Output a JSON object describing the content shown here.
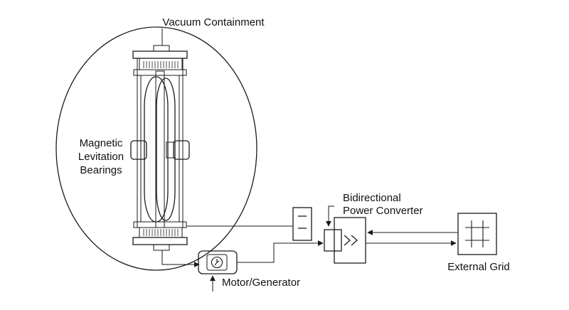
{
  "diagram": {
    "labels": {
      "vacuum_containment": "Vacuum Containment",
      "magnetic_bearings_line1": "Magnetic",
      "magnetic_bearings_line2": "Levitation",
      "magnetic_bearings_line3": "Bearings",
      "converter_line1": "Bidirectional",
      "converter_line2": "Power Converter",
      "external_grid": "External Grid",
      "motor_generator": "Motor/Generator"
    },
    "colors": {
      "stroke": "#1a1a1a",
      "frame_fill": "#e4e4e4",
      "rotor_dark": "#8a8a8a",
      "rotor_light": "#d8d8d8",
      "motor_fill": "#bcbcbc"
    },
    "icons": {
      "motor": "motor-generator-icon",
      "converter": "converter-chevrons-icon",
      "grid": "grid-icon",
      "capacitor": "dc-link-icon"
    }
  }
}
